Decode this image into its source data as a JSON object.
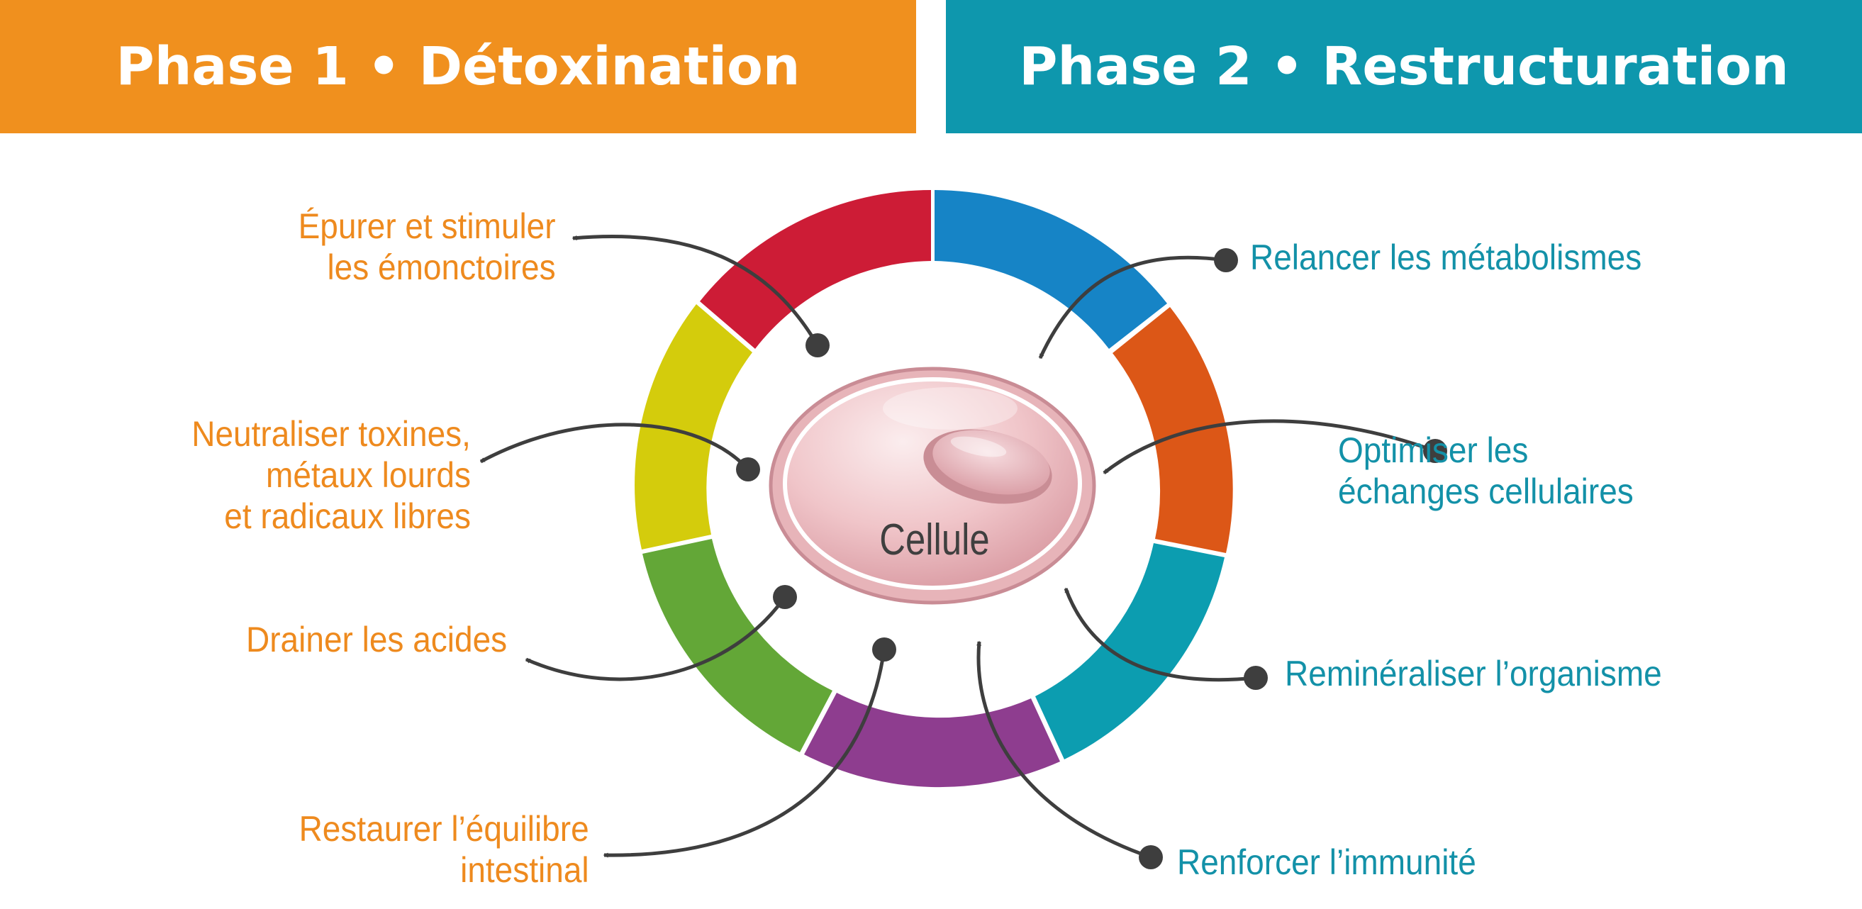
{
  "phase1": {
    "title": "Phase 1 • Détoxination",
    "color": "#F0901E"
  },
  "phase2": {
    "title": "Phase 2 • Restructuration",
    "color": "#0E97AD"
  },
  "center": {
    "label": "Cellule"
  },
  "ring_colors": [
    "#CD1C36",
    "#1684C6",
    "#DC5717",
    "#0C9DB0",
    "#8E3D8F",
    "#63A737",
    "#D4CC0C"
  ],
  "left_labels": [
    {
      "lines": [
        "Épurer et stimuler",
        "les émonctoires"
      ]
    },
    {
      "lines": [
        "Neutraliser toxines,",
        "métaux lourds",
        "et radicaux libres"
      ]
    },
    {
      "lines": [
        "Drainer les acides"
      ]
    },
    {
      "lines": [
        "Restaurer l’équilibre",
        "intestinal"
      ]
    }
  ],
  "right_labels": [
    {
      "lines": [
        "Relancer les métabolismes"
      ]
    },
    {
      "lines": [
        "Optimiser les",
        "échanges cellulaires"
      ]
    },
    {
      "lines": [
        "Reminéraliser l’organisme"
      ]
    },
    {
      "lines": [
        "Renforcer l’immunité"
      ]
    }
  ]
}
